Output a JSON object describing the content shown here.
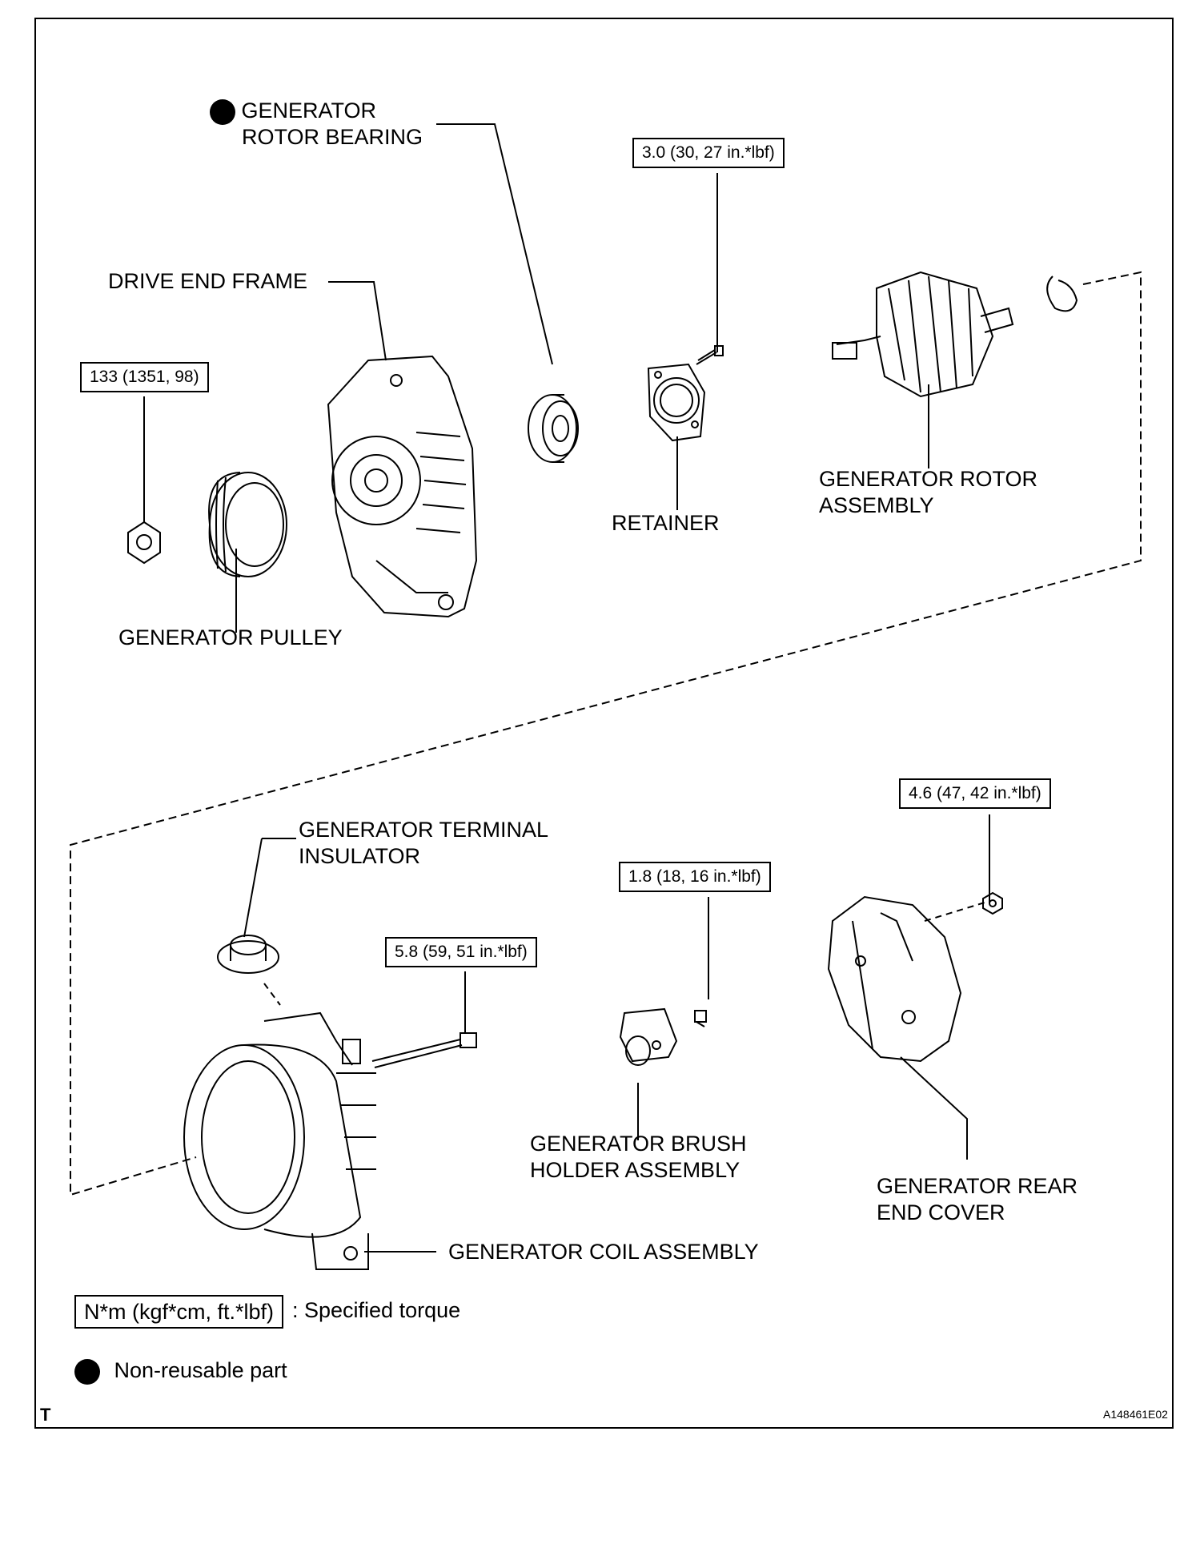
{
  "parts": {
    "rotor_bearing": {
      "line1": "GENERATOR",
      "line2": "ROTOR BEARING"
    },
    "drive_end_frame": "DRIVE END FRAME",
    "retainer": "RETAINER",
    "rotor_assembly": {
      "line1": "GENERATOR ROTOR",
      "line2": "ASSEMBLY"
    },
    "pulley": "GENERATOR PULLEY",
    "terminal_insulator": {
      "line1": "GENERATOR TERMINAL",
      "line2": "INSULATOR"
    },
    "brush_holder": {
      "line1": "GENERATOR BRUSH",
      "line2": "HOLDER ASSEMBLY"
    },
    "rear_end_cover": {
      "line1": "GENERATOR REAR",
      "line2": "END COVER"
    },
    "coil_assembly": "GENERATOR COIL ASSEMBLY"
  },
  "torques": {
    "retainer_screw": "3.0 (30, 27 in.*lbf)",
    "pulley_nut": "133 (1351, 98)",
    "rear_cover_nut": "4.6 (47, 42 in.*lbf)",
    "brush_holder_screw": "1.8 (18, 16 in.*lbf)",
    "through_bolt": "5.8 (59, 51 in.*lbf)"
  },
  "legend": {
    "torque_unit": "N*m (kgf*cm, ft.*lbf)",
    "torque_desc": ": Specified torque",
    "nonreusable_desc": "Non-reusable part"
  },
  "footer": {
    "left_mark": "T",
    "figure_id": "A148461E02"
  }
}
